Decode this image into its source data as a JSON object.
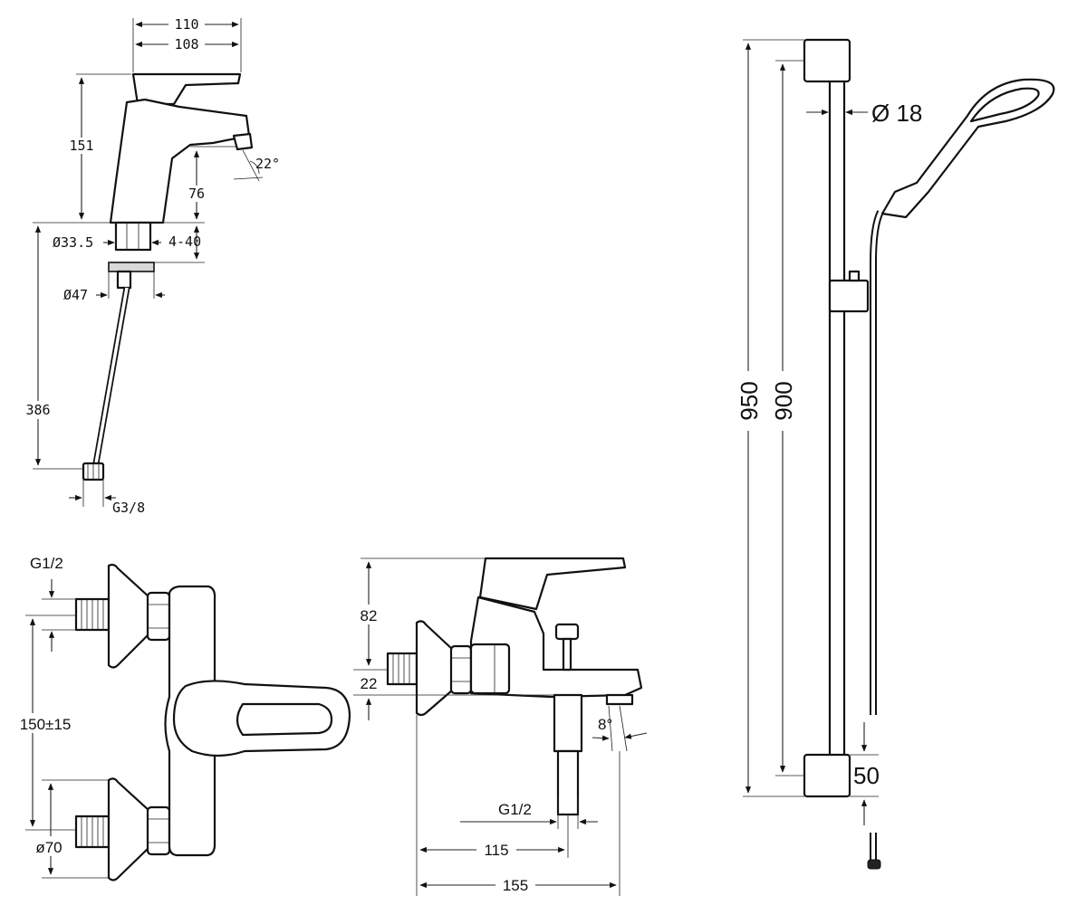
{
  "basin_mixer": {
    "dims": {
      "width_overall": "110",
      "width_body": "108",
      "height_total": "151",
      "spout_clearance": "76",
      "spout_angle": "22°",
      "base_diameter": "Ø33.5",
      "deck_thickness": "4-40",
      "hole_diameter": "Ø47",
      "hose_length": "386",
      "hose_thread": "G3/8"
    }
  },
  "bath_mixer_front": {
    "dims": {
      "inlet_thread": "G1/2",
      "centres": "150±15",
      "flange_diameter": "ø70"
    }
  },
  "bath_mixer_side": {
    "dims": {
      "height_upper": "82",
      "height_lower": "22",
      "spout_angle": "8°",
      "outlet_thread": "G1/2",
      "projection_outlet": "115",
      "projection_total": "155"
    }
  },
  "shower_rail": {
    "dims": {
      "total_length": "950",
      "rail_length": "900",
      "rail_diameter": "Ø 18",
      "bracket_height": "50"
    }
  }
}
